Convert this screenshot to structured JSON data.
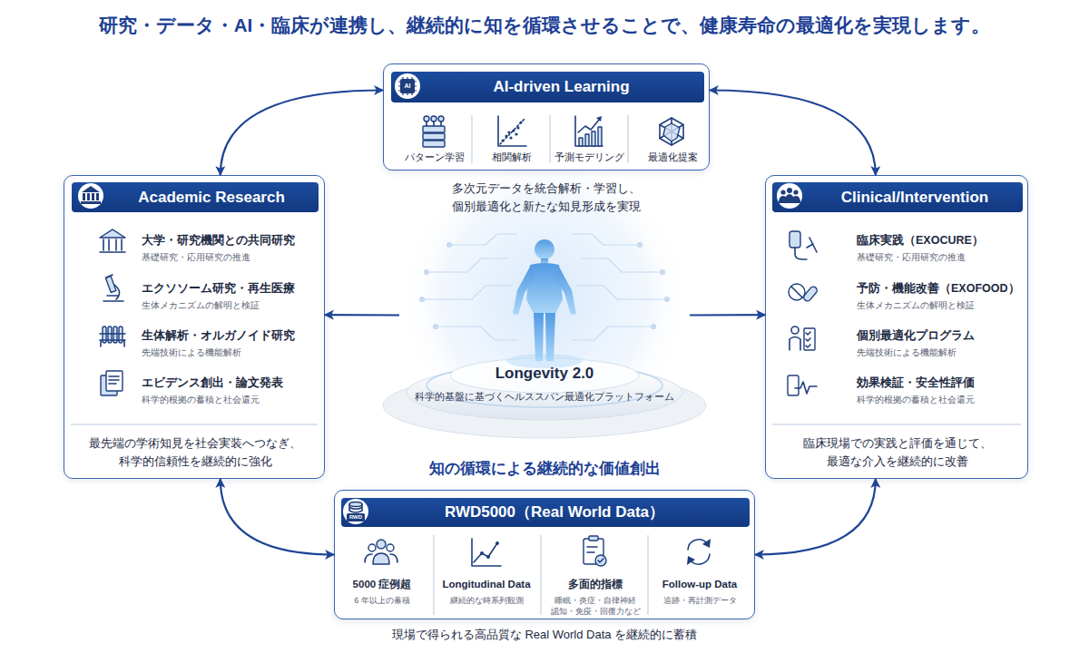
{
  "diagram": {
    "title": "研究・データ・AI・臨床が連携し、継続的に知を循環させることで、健康寿命の最適化を実現します。",
    "nodes": [
      {
        "text": [
          "パターン学習",
          "相関解析",
          "予測モデリング",
          "最適化提案"
        ]
      },
      {
        "text": [
          "AI-driven Learning"
        ],
        "in": 0
      },
      {
        "text": [
          "大学・研究機関との共同研究",
          "基礎研究・応用研究の推進",
          "エクソソーム研究・再生医療",
          "生体メカニズムの解明と検証",
          "生体解析・オルガノイド研究",
          "先端技術による機能解析",
          "エビデンス創出・論文発表",
          "科学的根拠の蓄積と社会還元",
          "最先端の学術知見を社会実装へつなぎ、 科学的信頼性を継続的に強化"
        ]
      },
      {
        "text": [
          "Academic Research"
        ],
        "in": 2
      },
      {
        "text": [
          "Longevity 2.0",
          "科学的基盤に基づくヘルススパン最適化プラットフォーム"
        ]
      },
      {
        "text": [
          "臨床実践（EXOCURE）",
          "基礎研究・応用研究の推進",
          "予防・機能改善（EXOFOOD）",
          "生体メカニズムの解明と検証",
          "個別最適化プログラム",
          "先端技術による機能解析",
          "効果検証・安全性評価",
          "科学的根拠の蓄積と社会還元",
          "臨床現場での実践と評価を通じて、 最適な介入を継続的に改善"
        ]
      },
      {
        "text": [
          "Clinical/Intervention"
        ],
        "in": 5
      },
      {
        "text": [
          "5000 症例超",
          "6 年以上の蓄積",
          "Longitudinal Data",
          "継続的な時系列観測",
          "多面的指標",
          "睡眠・炎症・自律神経 認知・免疫・回復力など",
          "Follow-up Data",
          "追跡・再計測データ"
        ]
      },
      {
        "text": [
          "RWD5000（Real World Data）"
        ],
        "in": 7
      }
    ],
    "edges": [
      {
        "from": 0,
        "to": 2,
        "arrow": "both"
      },
      {
        "from": 0,
        "to": 5,
        "arrow": "both"
      },
      {
        "from": 4,
        "to": 2,
        "arrow": "to"
      },
      {
        "from": 4,
        "to": 5,
        "arrow": "to"
      },
      {
        "from": 2,
        "to": 7,
        "arrow": "both"
      },
      {
        "from": 5,
        "to": 7,
        "arrow": "both"
      }
    ],
    "labels": [
      "AI",
      "多次元データを統合解析・学習し、 個別最適化と新たな知見形成を実現",
      "知の循環による継続的な価値創出",
      "RWD",
      "現場で得られる高品質な Real World Data を継続的に蓄積"
    ]
  }
}
